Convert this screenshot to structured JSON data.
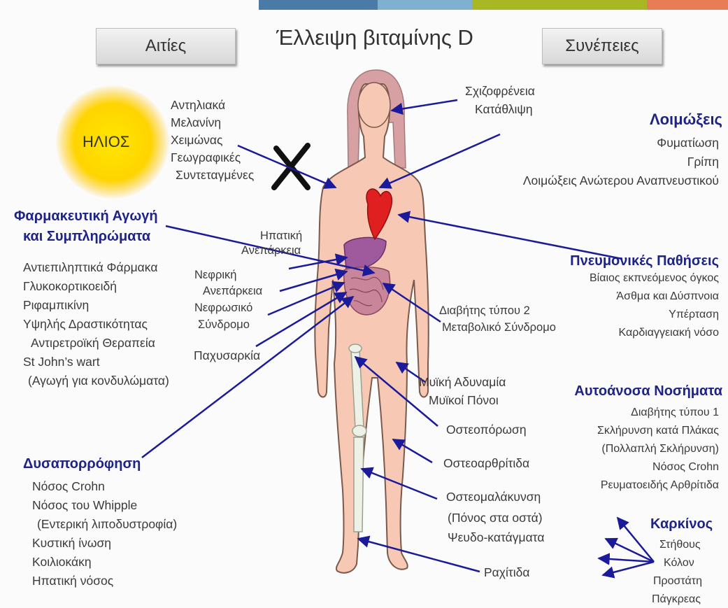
{
  "colors": {
    "accent": "#1e2387",
    "arrow": "#1a1a9a",
    "skin": "#f7c9b4",
    "topbar": [
      "#4a7aa6",
      "#6fa3c8",
      "#a8b823",
      "#e87c54"
    ]
  },
  "header": {
    "left_button": "Αιτίες",
    "title": "Έλλειψη βιταμίνης D",
    "right_button": "Συνέπειες"
  },
  "sun": {
    "label": "ΗΛΙΟΣ"
  },
  "causes": {
    "sun_factors": [
      "Αντηλιακά",
      "Μελανίνη",
      "Χειμώνας",
      "Γεωγραφικές",
      "Συντεταγμένες"
    ],
    "pharma": {
      "heading_1": "Φαρμακευτική Αγωγή",
      "heading_2": "και Συμπληρώματα",
      "items": [
        "Αντιεπιληπτικά Φάρμακα",
        "Γλυκοκορτικοειδή",
        "Ριφαμπικίνη",
        "Υψηλής Δραστικότητας",
        "Αντιρετροϊκή Θεραπεία",
        "St John’s wart",
        "(Αγωγή για κονδυλώματα)"
      ]
    },
    "organ_labels": {
      "hepatic_1": "Ηπατική",
      "hepatic_2": "Ανεπάρκεια",
      "renal_1": "Νεφρική",
      "renal_2": "Ανεπάρκεια",
      "nephrotic_1": "Νεφρωσικό",
      "nephrotic_2": "Σύνδρομο",
      "obesity": "Παχυσαρκία"
    },
    "malabsorption": {
      "heading": "Δυσαπορρόφηση",
      "items": [
        "Νόσος Crohn",
        "Νόσος του Whipple",
        "(Εντερική λιποδυστροφία)",
        "Κυστική ίνωση",
        "Κοιλιοκάκη",
        "Ηπατική νόσος"
      ]
    }
  },
  "consequences": {
    "mental": [
      "Σχιζοφρένεια",
      "Κατάθλιψη"
    ],
    "infections": {
      "heading": "Λοιμώξεις",
      "items": [
        "Φυματίωση",
        "Γρίπη",
        "Λοιμώξεις Ανώτερου Αναπνευστικού"
      ]
    },
    "pulmonary": {
      "heading": "Πνευμονικές Παθήσεις",
      "items": [
        "Βίαιος εκπνεόμενος όγκος",
        "Άσθμα και Δύσπνοια",
        "Υπέρταση",
        "Καρδιαγγειακή νόσο"
      ]
    },
    "metabolic": [
      "Διαβήτης τύπου 2",
      "Μεταβολικό Σύνδρομο"
    ],
    "muscle": [
      "Μυϊκή Αδυναμία",
      "Μυϊκοί Πόνοι"
    ],
    "osteoporosis": "Οστεοπόρωση",
    "osteoarthritis": "Οστεοαρθρίτιδα",
    "osteomalacia": [
      "Οστεομαλάκυνση",
      "(Πόνος στα οστά)",
      "Ψευδο-κατάγματα"
    ],
    "rickets": "Ραχίτιδα",
    "autoimmune": {
      "heading": "Αυτοάνοσα Νοσήματα",
      "items": [
        "Διαβήτης τύπου 1",
        "Σκλήρυνση κατά Πλάκας",
        "(Πολλαπλή Σκλήρυνση)",
        "Νόσος Crohn",
        "Ρευματοειδής Αρθρίτιδα"
      ]
    },
    "cancer": {
      "heading": "Καρκίνος",
      "items": [
        "Στήθους",
        "Κόλον",
        "Προστάτη",
        "Πάγκρεας"
      ]
    }
  }
}
